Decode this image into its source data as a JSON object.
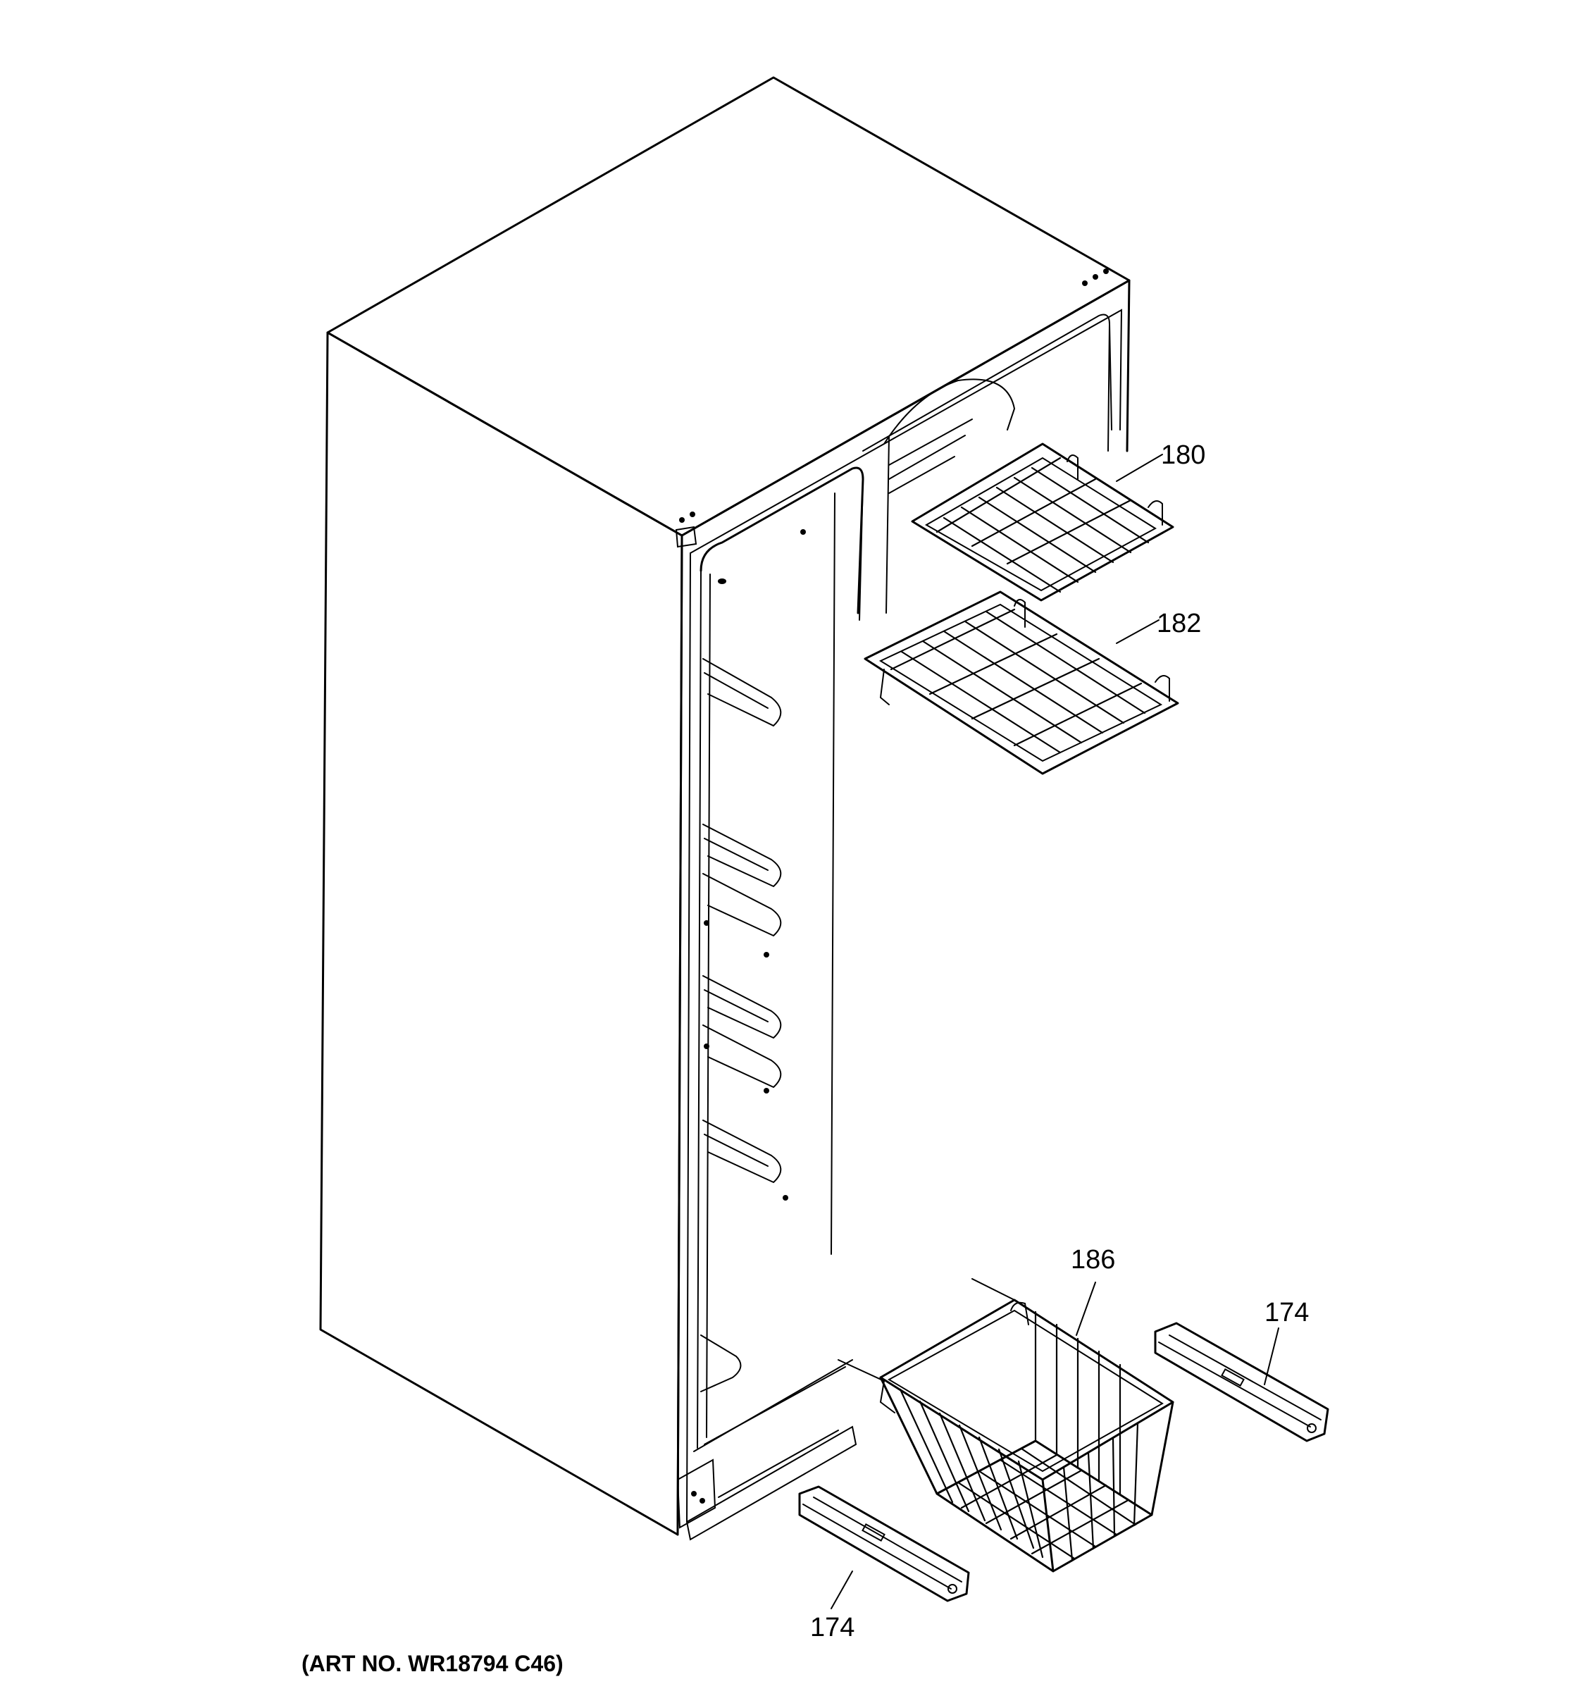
{
  "callouts": {
    "shelf_upper": "180",
    "shelf_lower": "182",
    "basket": "186",
    "slide_right": "174",
    "slide_left": "174"
  },
  "art_number": "(ART NO. WR18794 C46)"
}
